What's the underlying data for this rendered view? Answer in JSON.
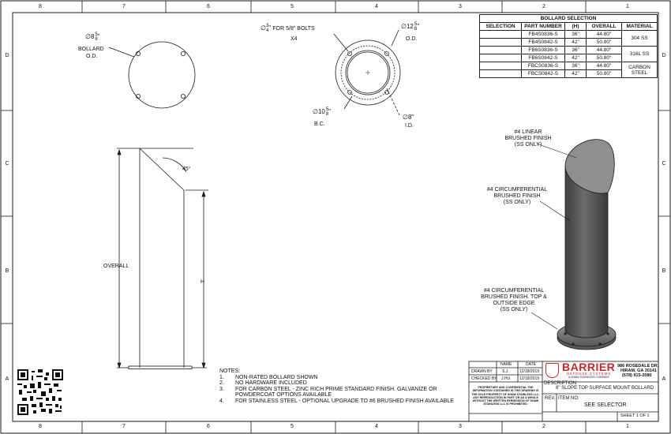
{
  "zones": {
    "top": [
      "8",
      "7",
      "6",
      "5",
      "4",
      "3",
      "2",
      "1"
    ],
    "side": [
      "D",
      "C",
      "B",
      "A"
    ]
  },
  "views": {
    "bollard_od": {
      "symbol": "∅",
      "whole": "8",
      "num": "5",
      "den": "8",
      "unit": "\"",
      "label1": "BOLLARD",
      "label2": "O.D."
    },
    "bolts": {
      "symbol": "∅",
      "num": "3",
      "den": "4",
      "unit": "\"",
      "label": "FOR 5/8\" BOLTS",
      "qty": "X4"
    },
    "od": {
      "symbol": "∅",
      "whole": "12",
      "num": "5",
      "den": "8",
      "unit": "\"",
      "label": "O.D."
    },
    "bc": {
      "symbol": "∅",
      "whole": "10",
      "num": "5",
      "den": "8",
      "unit": "\"",
      "label": "B.C."
    },
    "id": {
      "symbol": "∅",
      "whole": "8",
      "unit": "\"",
      "label": "I.D."
    },
    "angle": "45°",
    "overall_dim": "OVERALL",
    "h_dim": "H"
  },
  "finish_callouts": {
    "linear": [
      "#4 LINEAR",
      "BRUSHED FINISH",
      "(SS ONLY)"
    ],
    "circumferential": [
      "#4 CIRCUMFERENTIAL",
      "BRUSHED FINISH",
      "(SS ONLY)"
    ],
    "circ_top": [
      "#4 CIRCUMFERENTIAL",
      "BRUSHED FINISH. TOP &",
      "OUTSIDE EDGE",
      "(SS ONLY)"
    ]
  },
  "selection_table": {
    "title": "BOLLARD SELECTION",
    "headers": [
      "SELECTION",
      "PART NUMBER",
      "(H)",
      "OVERALL",
      "MATERIAL"
    ],
    "rows": [
      {
        "part": "FB4S0836-S",
        "h": "36\"",
        "overall": "44.80\""
      },
      {
        "part": "FB4S0842-S",
        "h": "42\"",
        "overall": "50.80\""
      },
      {
        "part": "FB6S0836-S",
        "h": "36\"",
        "overall": "44.80\""
      },
      {
        "part": "FB6S0842-S",
        "h": "42\"",
        "overall": "50.80\""
      },
      {
        "part": "FBCS0836-S",
        "h": "36\"",
        "overall": "44.80\""
      },
      {
        "part": "FBCS0842-S",
        "h": "42\"",
        "overall": "50.80\""
      }
    ],
    "materials": [
      "304 SS",
      "316L SS",
      "CARBON STEEL"
    ]
  },
  "notes": {
    "title": "NOTES:",
    "items": [
      {
        "n": "1.",
        "text": "NON-RATED BOLLARD SHOWN"
      },
      {
        "n": "2.",
        "text": "NO HARDWARE INCLUDED"
      },
      {
        "n": "3.",
        "text": "FOR CARBON STEEL - ZINC RICH PRIME STANDARD FINISH. GALVANIZE OR POWDERCOAT OPTIONS AVAILABLE"
      },
      {
        "n": "4.",
        "text": "FOR STAINLESS STEEL - OPTIONAL UPGRADE TO #6 BRUSHED FINISH AVAILABLE"
      }
    ]
  },
  "title_block": {
    "name_hdr": "NAME",
    "date_hdr": "DATE",
    "drawn_by": "DRAWN BY",
    "drawn_name": "S.J.",
    "drawn_date": "12/18/2019",
    "checked_by": "CHECKED BY",
    "checked_name": "J.HU.",
    "checked_date": "12/18/2019",
    "proprietary": "PROPRIETARY AND CONFIDENTIAL THE INFORMATION CONTAINED IN THIS DRAWING IS THE SOLE PROPERTY OF SHAW STAINLESS LLC. ANY REPRODUCTION IN PART OR AS A WHOLE WITHOUT THE WRITTEN PERMISSION OF SHAW STAINLESS LLC IS PROHIBITED.",
    "company": "BARRIER",
    "company_sub": "DEFENSE SYSTEMS",
    "company_tag": "A SHAW STAINLESS COMPANY",
    "address1": "986 ROSEDALE DR.",
    "address2": "HIRAM, GA 30141",
    "phone": "(678) 915-2080",
    "description_label": "DESCRIPTION:",
    "description": "8\" SLOPE TOP SURFACE MOUNT BOLLARD",
    "rev_label": "REV.",
    "item_label": "ITEM NO:",
    "item_value": "SEE SELECTOR",
    "sheet": "SHEET 1 OF 1"
  },
  "colors": {
    "line": "#1a1a1a",
    "bollard_body": "#5c5c5c",
    "bollard_top": "#8a8a8a",
    "base_plate": "#7a7a7a",
    "brand_red": "#c0282d"
  }
}
